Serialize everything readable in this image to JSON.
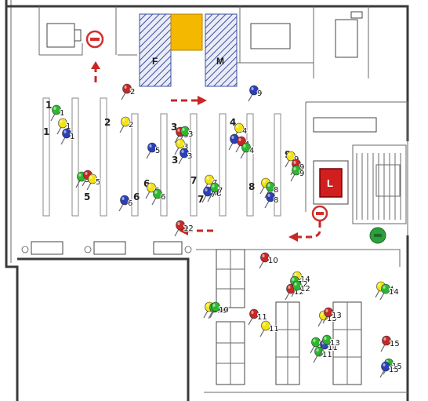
{
  "rooms": {
    "wc_female": "F",
    "wc_male": "M",
    "lift": "L"
  },
  "colors": {
    "arrow": "#c62828",
    "no_entry": "#d32f2f",
    "exit_green": "#2e9e3e",
    "wc_hatch": "#3b4fa0",
    "door_yellow": "#f5b800",
    "lift_red": "#d11f1f"
  },
  "icons": [
    "no-entry-icon",
    "exit-icon",
    "pushpin-icon",
    "lift-icon"
  ],
  "aisle_numbers": [
    {
      "id": "a1a",
      "text": "1"
    },
    {
      "id": "a1b",
      "text": "1"
    },
    {
      "id": "a2",
      "text": "2"
    },
    {
      "id": "a3a",
      "text": "3"
    },
    {
      "id": "a3b",
      "text": "3"
    },
    {
      "id": "a4",
      "text": "4"
    },
    {
      "id": "a5",
      "text": "5"
    },
    {
      "id": "a6a",
      "text": "6"
    },
    {
      "id": "a6b",
      "text": "6"
    },
    {
      "id": "a7a",
      "text": "7"
    },
    {
      "id": "a7b",
      "text": "7"
    },
    {
      "id": "a8",
      "text": "8"
    },
    {
      "id": "a9",
      "text": "9"
    }
  ],
  "pins": [
    {
      "label": "1",
      "color": "green"
    },
    {
      "label": "1",
      "color": "yellow"
    },
    {
      "label": "1",
      "color": "blue"
    },
    {
      "label": "2",
      "color": "red"
    },
    {
      "label": "2",
      "color": "yellow"
    },
    {
      "label": "9",
      "color": "blue"
    },
    {
      "label": "3",
      "color": "red"
    },
    {
      "label": "3",
      "color": "green"
    },
    {
      "label": "3",
      "color": "yellow"
    },
    {
      "label": "3",
      "color": "blue"
    },
    {
      "label": "4",
      "color": "yellow"
    },
    {
      "label": "4",
      "color": "blue"
    },
    {
      "label": "4",
      "color": "red"
    },
    {
      "label": "4",
      "color": "green"
    },
    {
      "label": "5",
      "color": "blue"
    },
    {
      "label": "5",
      "color": "green"
    },
    {
      "label": "5",
      "color": "red"
    },
    {
      "label": "5",
      "color": "yellow"
    },
    {
      "label": "6",
      "color": "blue"
    },
    {
      "label": "6",
      "color": "yellow"
    },
    {
      "label": "6",
      "color": "green"
    },
    {
      "label": "6",
      "color": "blue"
    },
    {
      "label": "7",
      "color": "yellow"
    },
    {
      "label": "7",
      "color": "blue"
    },
    {
      "label": "7",
      "color": "green"
    },
    {
      "label": "8",
      "color": "yellow"
    },
    {
      "label": "8",
      "color": "green"
    },
    {
      "label": "8",
      "color": "blue"
    },
    {
      "label": "9",
      "color": "yellow"
    },
    {
      "label": "9",
      "color": "red"
    },
    {
      "label": "9",
      "color": "green"
    },
    {
      "label": "12",
      "color": "red"
    },
    {
      "label": "10",
      "color": "red"
    },
    {
      "label": "10",
      "color": "yellow"
    },
    {
      "label": "10",
      "color": "green"
    },
    {
      "label": "10",
      "color": "green"
    },
    {
      "label": "14",
      "color": "yellow"
    },
    {
      "label": "12",
      "color": "green"
    },
    {
      "label": "12",
      "color": "red"
    },
    {
      "label": "12",
      "color": "green"
    },
    {
      "label": "11",
      "color": "red"
    },
    {
      "label": "11",
      "color": "yellow"
    },
    {
      "label": "13",
      "color": "yellow"
    },
    {
      "label": "13",
      "color": "red"
    },
    {
      "label": "13",
      "color": "green"
    },
    {
      "label": "11",
      "color": "green"
    },
    {
      "label": "11",
      "color": "blue"
    },
    {
      "label": "13",
      "color": "green"
    },
    {
      "label": "14",
      "color": "yellow"
    },
    {
      "label": "14",
      "color": "green"
    },
    {
      "label": "15",
      "color": "red"
    },
    {
      "label": "15",
      "color": "green"
    },
    {
      "label": "15",
      "color": "blue"
    }
  ]
}
